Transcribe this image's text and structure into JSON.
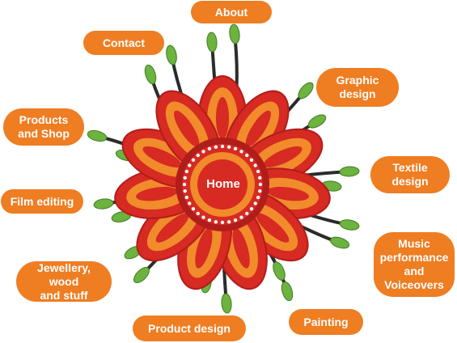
{
  "nav": {
    "home": "Home",
    "about": "About",
    "contact": "Contact",
    "graphic_design": "Graphic\ndesign",
    "products_shop": "Products\nand Shop",
    "textile_design": "Textile\ndesign",
    "film_editing": "Film editing",
    "music": "Music\nperformance\nand\nVoiceovers",
    "jewellery": "Jewellery, wood\nand stuff",
    "painting": "Painting",
    "product_design": "Product design"
  },
  "colors": {
    "pill": "#ef7d22",
    "flower_red": "#d62a22",
    "flower_orange": "#f18b2b",
    "flower_dark": "#b01d1b",
    "stem": "#2b2b2b",
    "leaf": "#6cb33f",
    "dots": "#ffffff"
  }
}
